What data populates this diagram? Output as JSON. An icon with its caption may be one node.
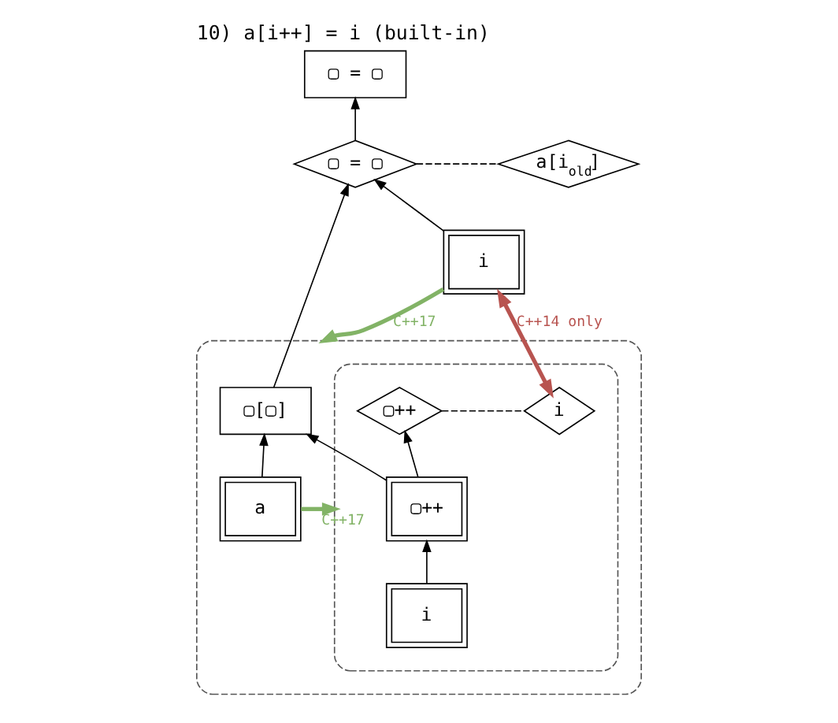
{
  "diagram": {
    "title": "10) a[i++] = i (built-in)",
    "nodes": [
      {
        "text": [
          "▢ = ▢"
        ]
      },
      {
        "text": [
          "▢ = ▢"
        ]
      },
      {
        "text": [
          "a[i$_{old}$]"
        ]
      },
      {
        "text": [],
        "shape": "ellipse"
      },
      {
        "text": [
          "▢[▢]"
        ],
        "in": 3
      },
      {
        "text": [
          "i"
        ]
      },
      {
        "text": [
          "a"
        ],
        "in": 3
      },
      {
        "text": [],
        "shape": "ellipse",
        "in": 3
      },
      {
        "text": [
          "▢++"
        ],
        "in": 7
      },
      {
        "text": [
          "i"
        ],
        "in": 7
      },
      {
        "text": [
          "▢++"
        ],
        "in": 7
      },
      {
        "text": [
          "i"
        ],
        "in": 7
      }
    ],
    "edges": [
      {
        "from": 1,
        "to": 0,
        "arrow": "to"
      },
      {
        "from": 1,
        "to": 2,
        "arrow": "none",
        "style": "dashed"
      },
      {
        "from": 4,
        "to": 1,
        "arrow": "to"
      },
      {
        "from": 5,
        "to": 1,
        "arrow": "to"
      },
      {
        "from": 6,
        "to": 4,
        "arrow": "to"
      },
      {
        "from": 10,
        "to": 4,
        "arrow": "to"
      },
      {
        "from": 10,
        "to": 8,
        "arrow": "to"
      },
      {
        "from": 11,
        "to": 10,
        "arrow": "to"
      },
      {
        "from": 8,
        "to": 9,
        "arrow": "none",
        "style": "dashed"
      },
      {
        "from": 9,
        "to": 5,
        "arrow": "both",
        "label": "C++14 only",
        "style": "thick",
        "color": "#b85450"
      },
      {
        "from": 5,
        "to": 3,
        "arrow": "to",
        "label": "C++17",
        "style": "thick",
        "color": "#82b366"
      },
      {
        "from": 6,
        "to": 7,
        "arrow": "to",
        "label": "C++17",
        "style": "thick",
        "color": "#82b366"
      }
    ]
  }
}
